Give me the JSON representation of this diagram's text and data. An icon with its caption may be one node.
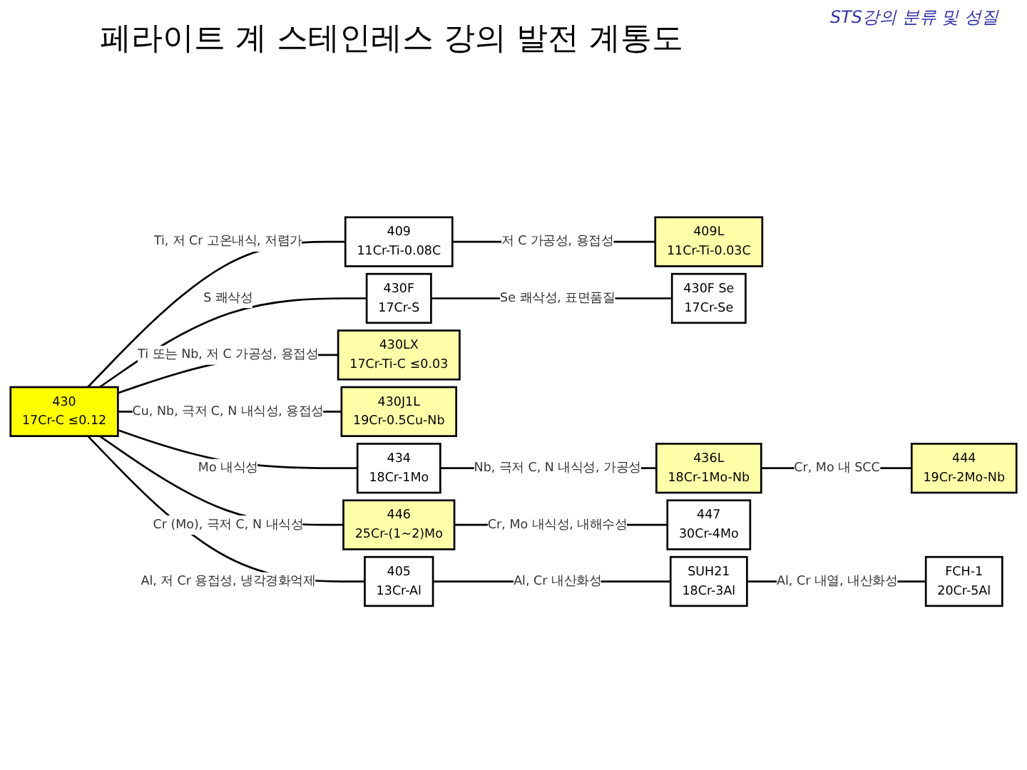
{
  "diagram": {
    "title": "페라이트 계 스테인레스 강의 발전 계통도",
    "nodes": [
      {
        "text": [
          "430",
          "17Cr-C ≤0.12"
        ]
      },
      {
        "text": [
          "409",
          "11Cr-Ti-0.08C"
        ]
      },
      {
        "text": [
          "409L",
          "11Cr-Ti-0.03C"
        ]
      },
      {
        "text": [
          "430F",
          "17Cr-S"
        ]
      },
      {
        "text": [
          "430F Se",
          "17Cr-Se"
        ]
      },
      {
        "text": [
          "430LX",
          "17Cr-Ti-C ≤0.03"
        ]
      },
      {
        "text": [
          "430J1L",
          "19Cr-0.5Cu-Nb"
        ]
      },
      {
        "text": [
          "434",
          "18Cr-1Mo"
        ]
      },
      {
        "text": [
          "436L",
          "18Cr-1Mo-Nb"
        ]
      },
      {
        "text": [
          "444",
          "19Cr-2Mo-Nb"
        ]
      },
      {
        "text": [
          "446",
          "25Cr-(1~2)Mo"
        ]
      },
      {
        "text": [
          "447",
          "30Cr-4Mo"
        ]
      },
      {
        "text": [
          "405",
          "13Cr-Al"
        ]
      },
      {
        "text": [
          "SUH21",
          "18Cr-3Al"
        ]
      },
      {
        "text": [
          "FCH-1",
          "20Cr-5Al"
        ]
      }
    ],
    "edges": [
      {
        "from": 0,
        "to": 1,
        "arrow": "none",
        "label": "Ti, 저 Cr 고온내식, 저렴가"
      },
      {
        "from": 1,
        "to": 2,
        "arrow": "none",
        "label": "저 C 가공성, 용접성"
      },
      {
        "from": 0,
        "to": 3,
        "arrow": "none",
        "label": "S 쾌삭성"
      },
      {
        "from": 3,
        "to": 4,
        "arrow": "none",
        "label": "Se 쾌삭성, 표면품질"
      },
      {
        "from": 0,
        "to": 5,
        "arrow": "none",
        "label": "Ti 또는 Nb, 저 C 가공성, 용접성"
      },
      {
        "from": 0,
        "to": 6,
        "arrow": "none",
        "label": "Cu, Nb, 극저 C, N 내식성, 용접성"
      },
      {
        "from": 0,
        "to": 7,
        "arrow": "none",
        "label": "Mo 내식성"
      },
      {
        "from": 7,
        "to": 8,
        "arrow": "none",
        "label": "Nb, 극저 C, N 내식성, 가공성"
      },
      {
        "from": 8,
        "to": 9,
        "arrow": "none",
        "label": "Cr, Mo 내 SCC"
      },
      {
        "from": 0,
        "to": 10,
        "arrow": "none",
        "label": "Cr (Mo), 극저 C, N 내식성"
      },
      {
        "from": 10,
        "to": 11,
        "arrow": "none",
        "label": "Cr, Mo 내식성, 내해수성"
      },
      {
        "from": 0,
        "to": 12,
        "arrow": "none",
        "label": "Al, 저 Cr 용접성, 냉각경화억제"
      },
      {
        "from": 12,
        "to": 13,
        "arrow": "none",
        "label": "Al, Cr 내산화성"
      },
      {
        "from": 13,
        "to": 14,
        "arrow": "none",
        "label": "Al, Cr 내열, 내산화성"
      }
    ],
    "labels": [
      "STS강의 분류 및 성질"
    ]
  }
}
